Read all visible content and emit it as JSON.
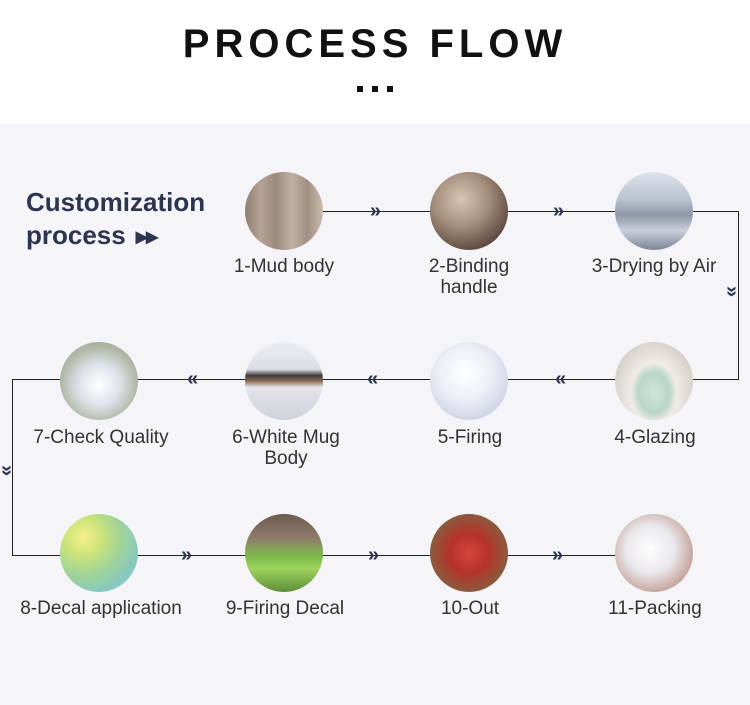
{
  "header": {
    "title": "PROCESS FLOW"
  },
  "intro": {
    "line1": "Customization",
    "line2": "process"
  },
  "steps": [
    {
      "label": "1-Mud body",
      "label2": ""
    },
    {
      "label": "2-Binding",
      "label2": "handle"
    },
    {
      "label": "3-Drying by Air",
      "label2": ""
    },
    {
      "label": "4-Glazing",
      "label2": ""
    },
    {
      "label": "5-Firing",
      "label2": ""
    },
    {
      "label": "6-White Mug",
      "label2": "Body"
    },
    {
      "label": "7-Check Quality",
      "label2": ""
    },
    {
      "label": "8-Decal application",
      "label2": ""
    },
    {
      "label": "9-Firing Decal",
      "label2": ""
    },
    {
      "label": "10-Out",
      "label2": ""
    },
    {
      "label": "11-Packing",
      "label2": ""
    }
  ],
  "colors": {
    "accent": "#2c3450",
    "panel": "#f4f4f9",
    "title": "#111111"
  }
}
